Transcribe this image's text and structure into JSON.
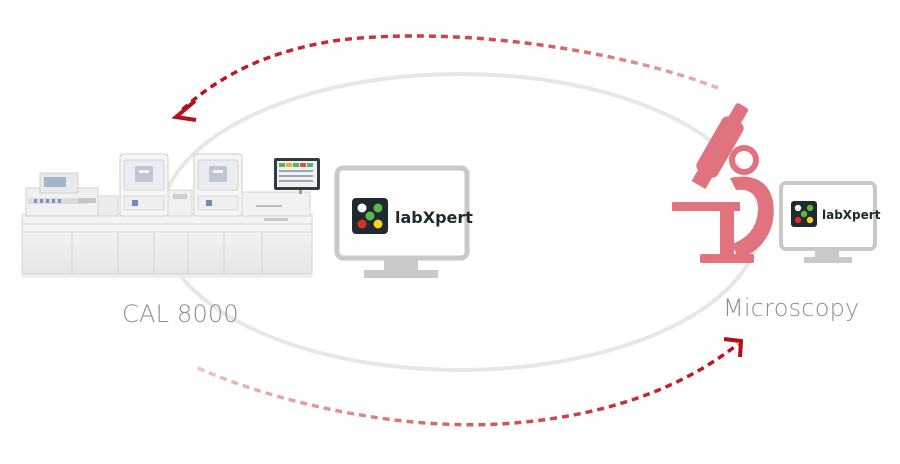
{
  "diagram": {
    "left_system": {
      "label": "CAL 8000"
    },
    "right_system": {
      "label": "Microscopy"
    },
    "software": {
      "name": "labXpert"
    },
    "colors": {
      "arrow_red": "#c0141f",
      "arrow_faded": "#e8a3a6",
      "microscope": "#e0737d",
      "cycle_ring": "#e4e4e4",
      "monitor_frame": "#c9c9c9",
      "logo_dark": "#1e2a2e",
      "label_gray": "#8e8e8e"
    },
    "icons": [
      "analyzer-line-image",
      "monitor-icon",
      "labxpert-logo-icon",
      "microscope-icon",
      "arrow-head-icon"
    ]
  }
}
